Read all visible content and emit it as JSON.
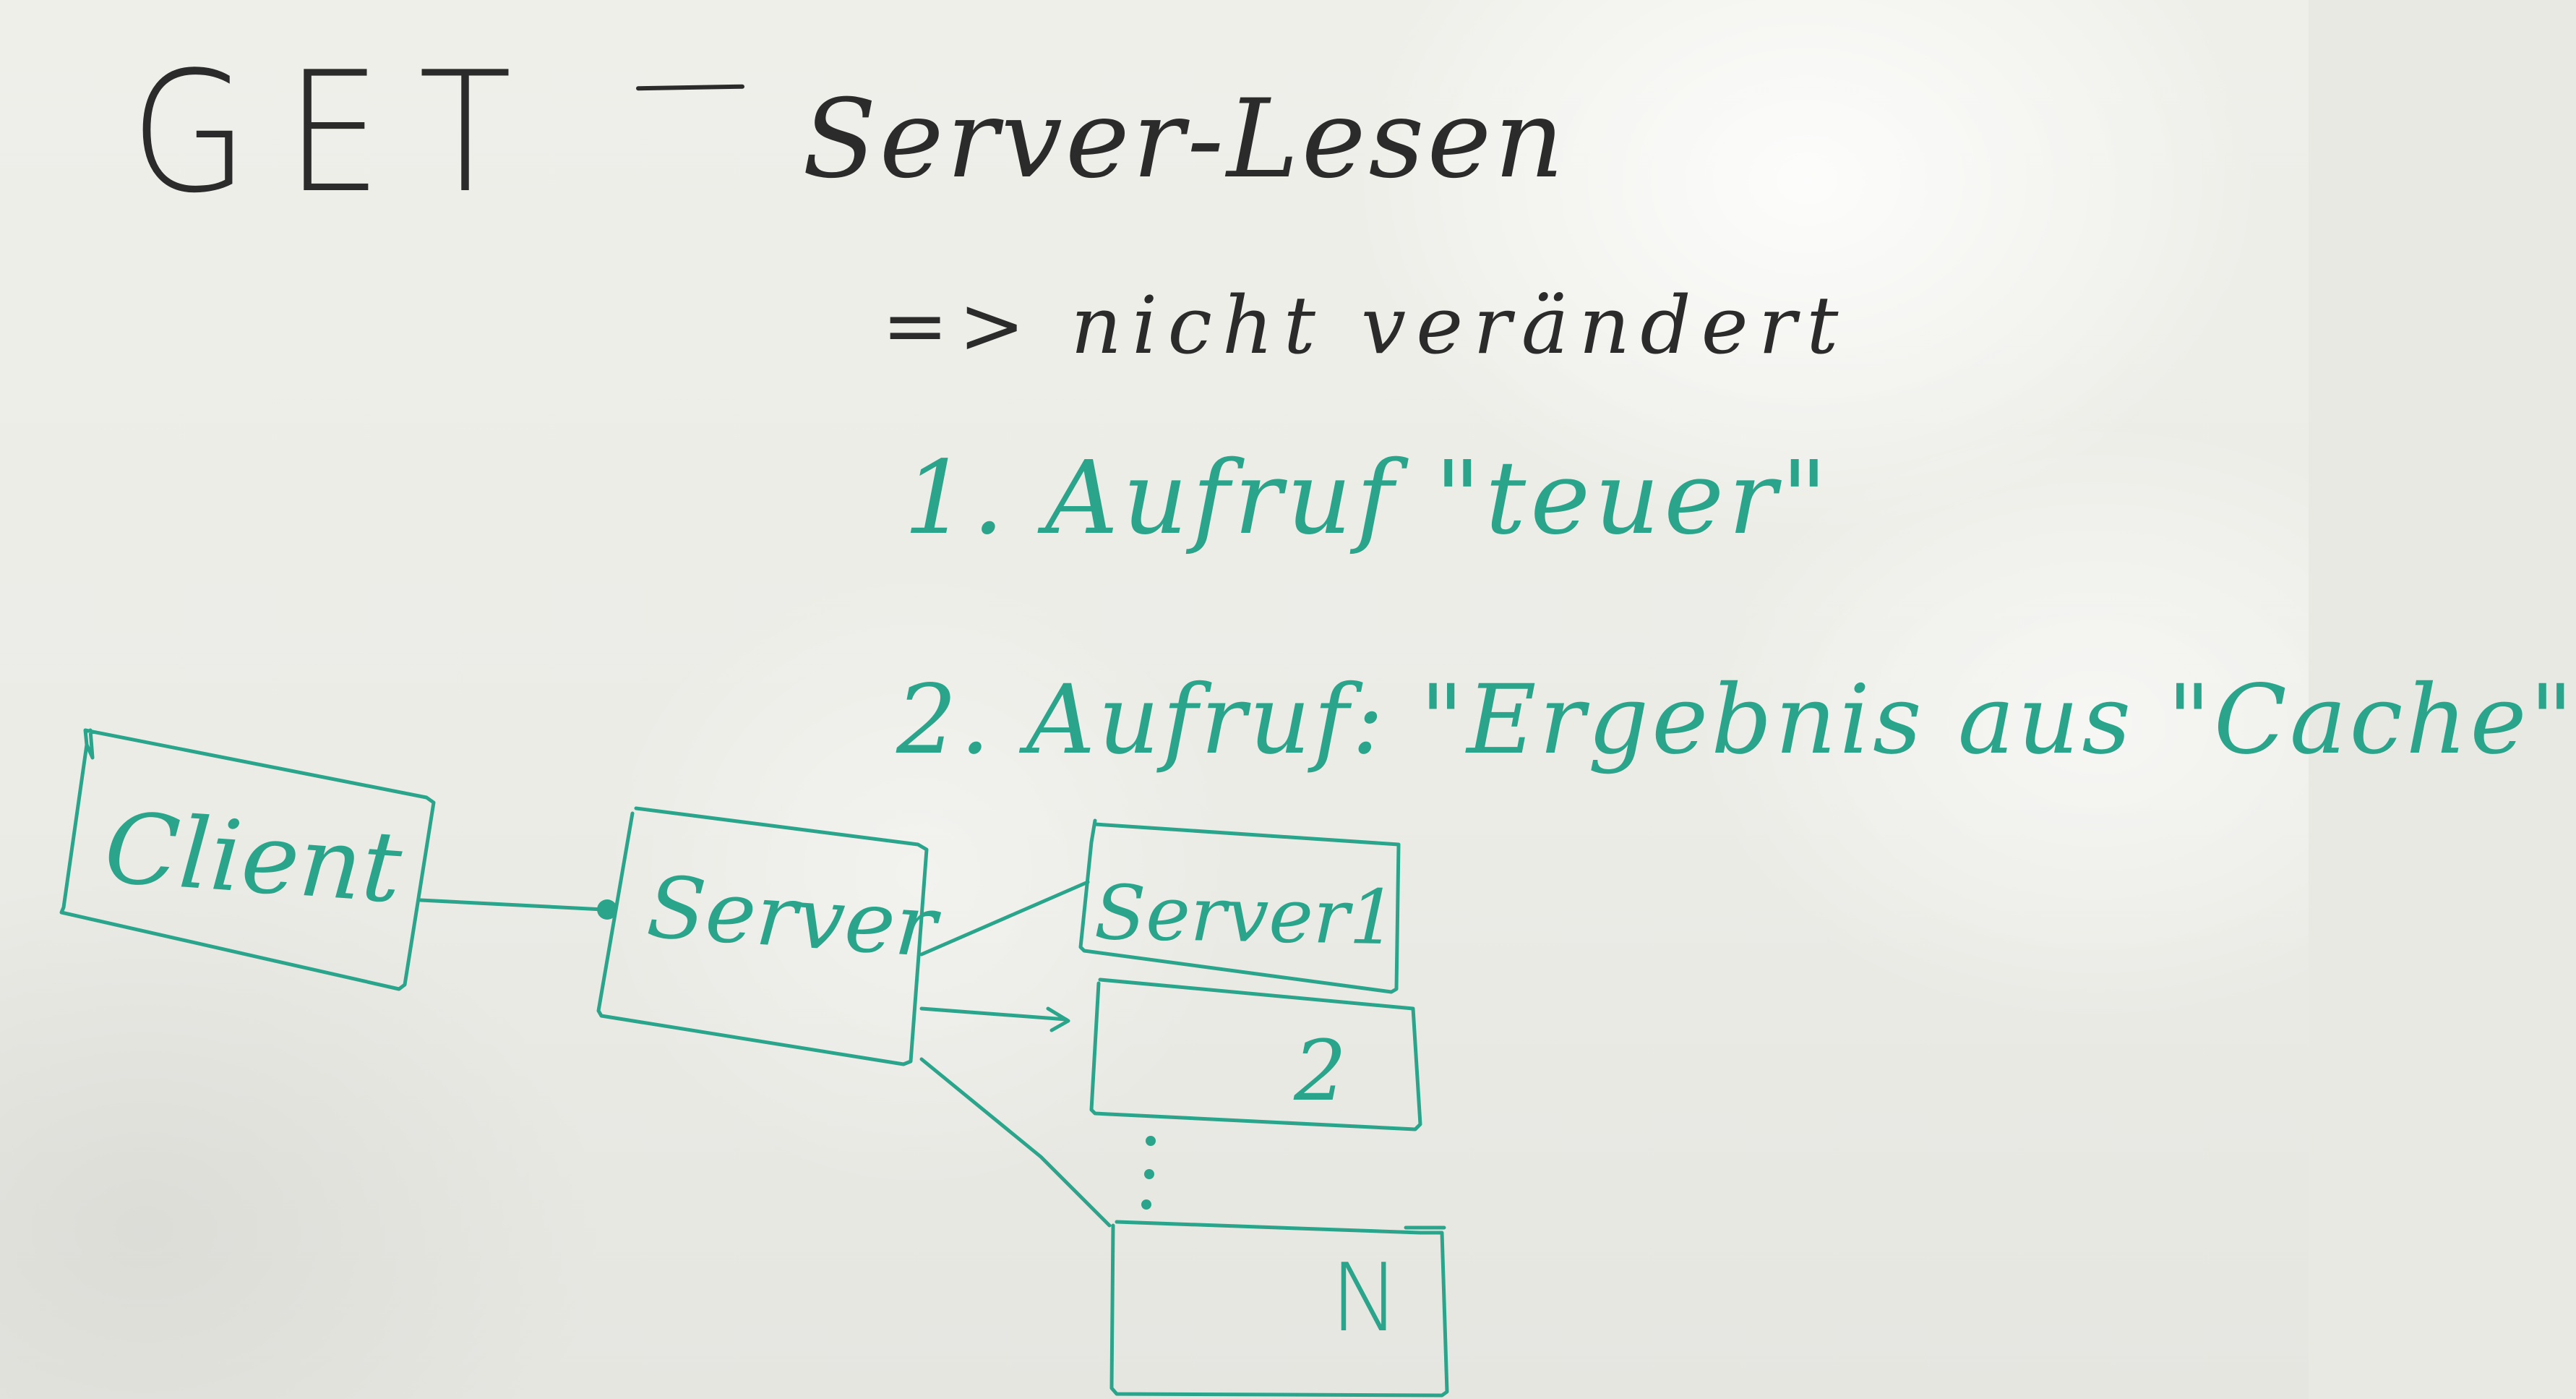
{
  "whiteboard": {
    "title": {
      "method": "GET",
      "description": "Server-Lesen"
    },
    "note": "=> nicht verändert",
    "points": [
      {
        "text": "1. Aufruf \"teuer\""
      },
      {
        "text": "2. Aufruf: \"Ergebnis aus \"Cache\""
      }
    ],
    "diagram": {
      "client": "Client",
      "server": "Server",
      "backends": [
        "Server1",
        "2",
        "N"
      ]
    },
    "colors": {
      "black_marker": "#2b2b2b",
      "green_marker": "#2aa58b",
      "board": "#ecece7"
    }
  }
}
